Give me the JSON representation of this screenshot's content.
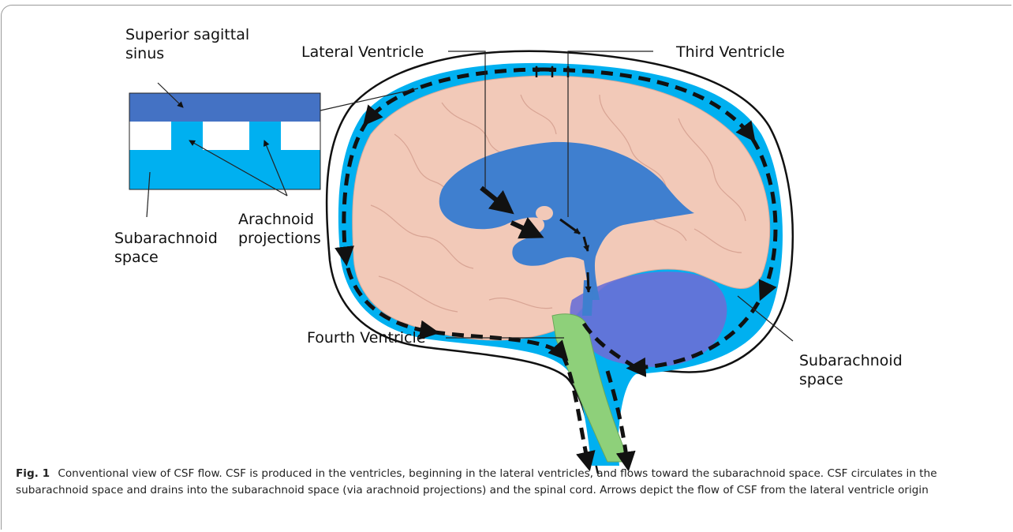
{
  "labels": {
    "superior_sagittal_sinus": [
      "Superior sagittal",
      "sinus"
    ],
    "lateral_ventricle": "Lateral Ventricle",
    "third_ventricle": "Third Ventricle",
    "arachnoid_projections": [
      "Arachnoid",
      "projections"
    ],
    "subarachnoid_space_left": [
      "Subarachnoid",
      "space"
    ],
    "fourth_ventricle": "Fourth Ventricle",
    "subarachnoid_space_right": [
      "Subarachnoid",
      "space"
    ]
  },
  "caption": {
    "figure_number": "Fig. 1",
    "text": "Conventional view of CSF flow. CSF is produced in the ventricles, beginning in the lateral ventricles, and flows toward the subarachnoid space. CSF circulates in the subarachnoid space and drains into the subarachnoid space (via arachnoid projections) and the spinal cord. Arrows depict the flow of CSF from the lateral ventricle origin"
  },
  "colors": {
    "sinus": "#4472c4",
    "csf": "#00b0f0",
    "brain": "#f2c9b8",
    "ventricle": "#3f7fcf",
    "cerebellum": "#6a6fd6",
    "brainstem": "#8ed07a",
    "arrow": "#111111"
  }
}
